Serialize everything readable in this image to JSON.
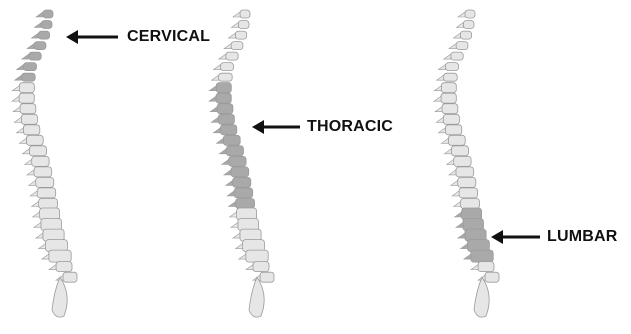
{
  "labels": {
    "cervical": "CERVICAL",
    "thoracic": "THORACIC",
    "lumbar": "LUMBAR"
  },
  "colors": {
    "bone": "#e6e6e6",
    "bone_outline": "#9a9a9a",
    "highlight": "#a9a9a9",
    "arrow": "#111111"
  }
}
